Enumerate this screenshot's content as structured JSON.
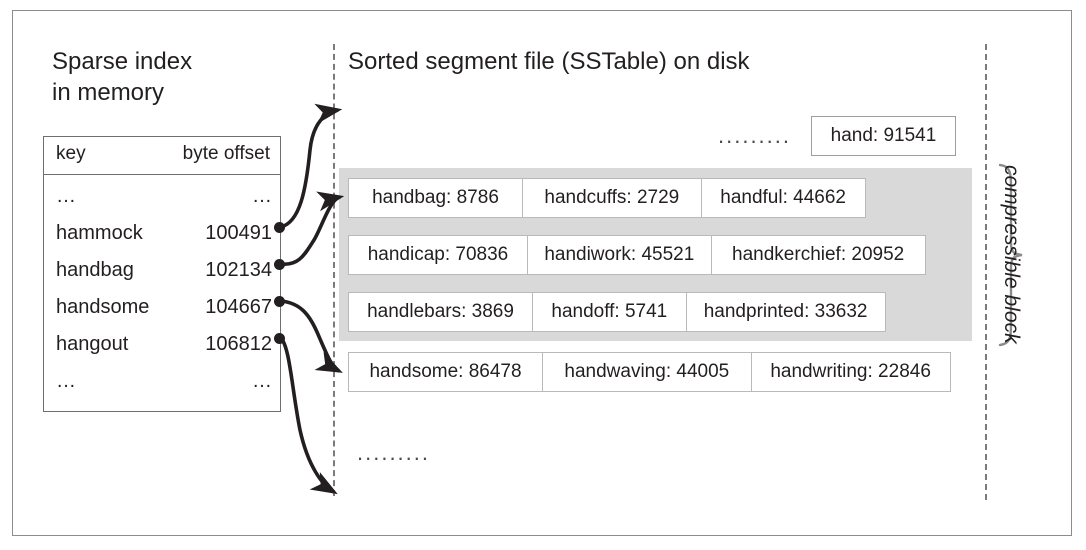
{
  "left": {
    "title": "Sparse index\nin memory",
    "table": {
      "headers": {
        "key": "key",
        "offset": "byte offset"
      },
      "rows": [
        {
          "key": "…",
          "offset": "…"
        },
        {
          "key": "hammock",
          "offset": "100491"
        },
        {
          "key": "handbag",
          "offset": "102134"
        },
        {
          "key": "handsome",
          "offset": "104667"
        },
        {
          "key": "hangout",
          "offset": "106812"
        },
        {
          "key": "…",
          "offset": "…"
        }
      ]
    }
  },
  "right": {
    "title": "Sorted segment file (SSTable) on disk",
    "top_ellipsis": ".........",
    "bottom_ellipsis": ".........",
    "top_entry": "hand: 91541",
    "rows": [
      {
        "cells": [
          "handbag: 8786",
          "handcuffs: 2729",
          "handful: 44662"
        ]
      },
      {
        "cells": [
          "handicap: 70836",
          "handiwork: 45521",
          "handkerchief: 20952"
        ]
      },
      {
        "cells": [
          "handlebars: 3869",
          "handoff: 5741",
          "handprinted: 33632"
        ]
      },
      {
        "cells": [
          "handsome: 86478",
          "handwaving: 44005",
          "handwriting: 22846"
        ]
      }
    ]
  },
  "annotation": {
    "compressible_block_label": "compressible block"
  },
  "colors": {
    "text": "#231f20",
    "block_gray": "#d9d9d9",
    "cell_border": "#b9b9b9",
    "frame_border": "#8c8c8c",
    "dash_line": "#7b7b7b",
    "arrow": "#231f20"
  }
}
